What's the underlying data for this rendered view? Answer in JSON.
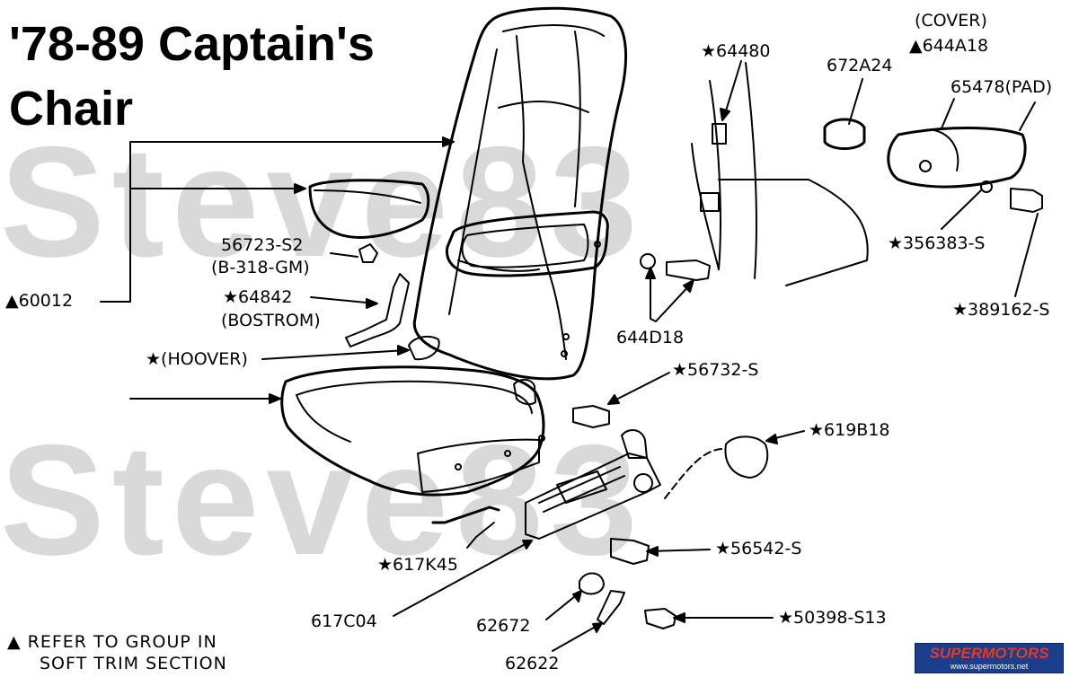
{
  "title": {
    "line1": "'78-89 Captain's",
    "line2": "Chair"
  },
  "watermark": "Steve83",
  "labels": {
    "p64480": "★64480",
    "cover": "(COVER)",
    "p644A18": "▲644A18",
    "p672A24": "672A24",
    "pad": "65478(PAD)",
    "p56723": "56723-S2",
    "b318": "(B-318-GM)",
    "p64842": "★64842",
    "bostrom": "(BOSTROM)",
    "p60012": "▲60012",
    "hoover": "★(HOOVER)",
    "p644D18": "644D18",
    "p356383": "★356383-S",
    "p389162": "★389162-S",
    "p56732": "★56732-S",
    "p619B18": "★619B18",
    "p617K45": "★617K45",
    "p56542": "★56542-S",
    "p617C04": "617C04",
    "p62672": "62672",
    "p62622": "62622",
    "p50398": "★50398-S13"
  },
  "footnote": {
    "line1": "▲ REFER TO GROUP IN",
    "line2": "SOFT TRIM SECTION"
  },
  "logo": {
    "brand": "SUPERMOTORS",
    "url": "www.supermotors.net"
  }
}
